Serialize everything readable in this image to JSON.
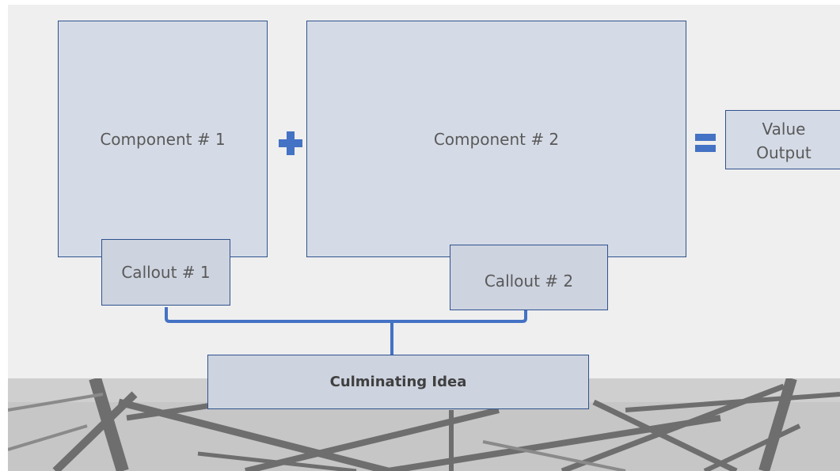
{
  "diagram": {
    "component_1": "Component # 1",
    "component_2": "Component # 2",
    "plus_symbol": "+",
    "equals_symbol": "=",
    "value_output": "Value\nOutput",
    "callout_1": "Callout # 1",
    "callout_2": "Callout # 2",
    "culminating_idea": "Culminating Idea"
  },
  "colors": {
    "box_fill": "#d5dbe6",
    "box_border": "#2f528f",
    "operator_blue": "#4472c4",
    "background": "#efefef"
  }
}
